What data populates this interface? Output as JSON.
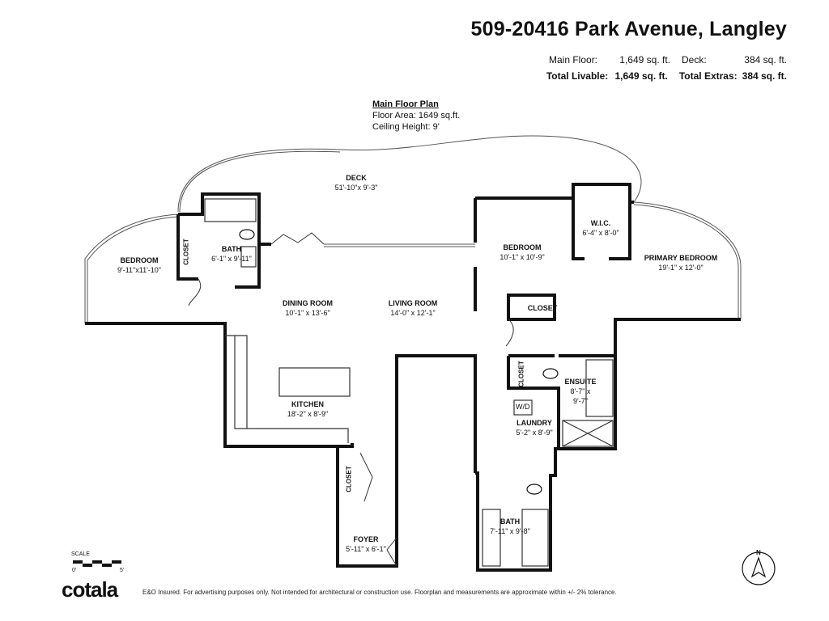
{
  "header": {
    "address": "509-20416 Park Avenue, Langley",
    "main_floor_label": "Main Floor:",
    "main_floor_value": "1,649 sq. ft.",
    "deck_label": "Deck:",
    "deck_value": "384 sq. ft.",
    "total_livable_label": "Total Livable:",
    "total_livable_value": "1,649 sq. ft.",
    "total_extras_label": "Total Extras:",
    "total_extras_value": "384 sq. ft."
  },
  "plan": {
    "title": "Main Floor Plan",
    "floor_area": "Floor Area: 1649 sq.ft.",
    "ceiling_height": "Ceiling Height: 9'"
  },
  "rooms": {
    "deck": {
      "name": "DECK",
      "size": "51'-10\"x 9'-3\""
    },
    "bedroom_left": {
      "name": "BEDROOM",
      "size": "9'-11\"x11'-10\""
    },
    "closet_left": {
      "name": "CLOSET"
    },
    "bath_left": {
      "name": "BATH",
      "size": "6'-1\" x 9'-11\""
    },
    "dining": {
      "name": "DINING ROOM",
      "size": "10'-1\" x 13'-6\""
    },
    "living": {
      "name": "LIVING ROOM",
      "size": "14'-0\" x 12'-1\""
    },
    "kitchen": {
      "name": "KITCHEN",
      "size": "18'-2\" x 8'-9\""
    },
    "closet_foyer": {
      "name": "CLOSET"
    },
    "foyer": {
      "name": "FOYER",
      "size": "5'-11\" x 6'-1\""
    },
    "bedroom_mid": {
      "name": "BEDROOM",
      "size": "10'-1\" x 10'-9\""
    },
    "closet_mid": {
      "name": "CLOSET"
    },
    "wic": {
      "name": "W.I.C.",
      "size": "6'-4\" x 8'-0\""
    },
    "primary": {
      "name": "PRIMARY BEDROOM",
      "size": "19'-1\" x 12'-0\""
    },
    "closet_ensuite": {
      "name": "CLOSET"
    },
    "ensuite": {
      "name": "ENSUITE",
      "size1": "8'-7\" x",
      "size2": "9'-7\""
    },
    "wd": {
      "name": "W/D"
    },
    "laundry": {
      "name": "LAUNDRY",
      "size": "5'-2\" x 8'-9\""
    },
    "bath_right": {
      "name": "BATH",
      "size": "7'-11\" x 9'-8\""
    }
  },
  "scale": {
    "label": "SCALE",
    "start": "0'",
    "end": "5'"
  },
  "compass": {
    "label": "N"
  },
  "footer": {
    "logo": "cotala",
    "disclaimer": "E&O Insured. For advertising purposes only. Not intended for architectural or construction use. Floorplan and measurements are approximate within +/- 2% tolerance."
  }
}
